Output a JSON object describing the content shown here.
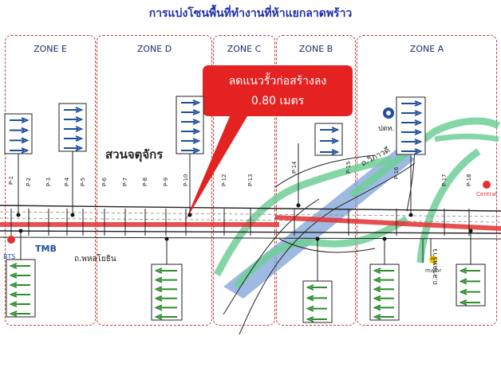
{
  "title": "การแบ่งโซนพื้นที่ทำงานที่ห้าแยกลาดพร้าว",
  "zones": [
    {
      "id": "e",
      "label": "ZONE E"
    },
    {
      "id": "d",
      "label": "ZONE D"
    },
    {
      "id": "c",
      "label": "ZONE C"
    },
    {
      "id": "b",
      "label": "ZONE B"
    },
    {
      "id": "a",
      "label": "ZONE A"
    }
  ],
  "callout": {
    "line1": "ลดแนวรั้วก่อสร้างลง",
    "line2": "0.80 เมตร"
  },
  "piers": [
    "P-1",
    "P-2",
    "P-3",
    "P-4",
    "P-5",
    "P-6",
    "P-7",
    "P-8",
    "P-9",
    "P-10",
    "P-12",
    "P-13",
    "P-14",
    "P-15",
    "P-16",
    "P-17",
    "P-18"
  ],
  "labels": {
    "park": "สวนจตุจักร",
    "vibhavadi": "ถ.วิภาวดี",
    "phahonyothin": "ถ.พหลโยธิน",
    "ptt": "ปตท.",
    "bts": "BTS",
    "tmb": "TMB",
    "central": "Central",
    "lat_phrao": "ถ.ลาดพร้าว",
    "major": "major"
  },
  "colors": {
    "arrow": "#1f4e9a",
    "arrow_back": "#2e8b2e",
    "zone_border": "#c23a3a",
    "callout": "#e52222",
    "highlight": "#e53030",
    "green_ramp": "#6fcf97",
    "blue_band": "#7ea3d8"
  }
}
